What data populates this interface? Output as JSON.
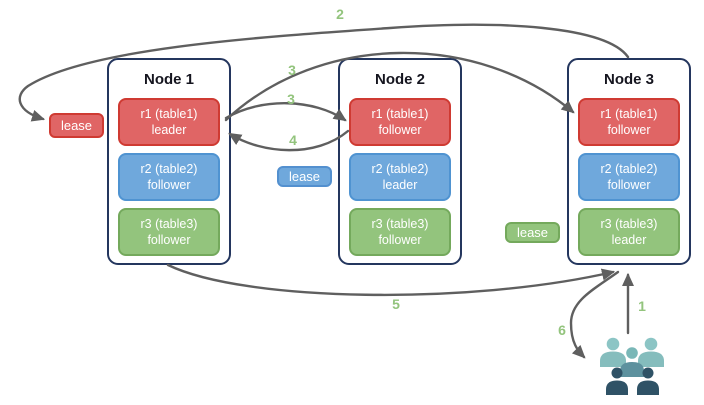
{
  "nodes": [
    {
      "title": "Node 1",
      "replicas": [
        {
          "replica": "r1 (table1)",
          "role": "leader",
          "color": "#e06565"
        },
        {
          "replica": "r2 (table2)",
          "role": "follower",
          "color": "#6fa8dc"
        },
        {
          "replica": "r3 (table3)",
          "role": "follower",
          "color": "#93c47d"
        }
      ]
    },
    {
      "title": "Node 2",
      "replicas": [
        {
          "replica": "r1 (table1)",
          "role": "follower",
          "color": "#e06565"
        },
        {
          "replica": "r2 (table2)",
          "role": "leader",
          "color": "#6fa8dc"
        },
        {
          "replica": "r3 (table3)",
          "role": "follower",
          "color": "#93c47d"
        }
      ]
    },
    {
      "title": "Node 3",
      "replicas": [
        {
          "replica": "r1 (table1)",
          "role": "follower",
          "color": "#e06565"
        },
        {
          "replica": "r2 (table2)",
          "role": "follower",
          "color": "#6fa8dc"
        },
        {
          "replica": "r3 (table3)",
          "role": "leader",
          "color": "#93c47d"
        }
      ]
    }
  ],
  "leases": [
    {
      "label": "lease",
      "color": "#e06565",
      "near": "Node 1 r1 leader"
    },
    {
      "label": "lease",
      "color": "#6fa8dc",
      "near": "Node 2 r2 leader"
    },
    {
      "label": "lease",
      "color": "#93c47d",
      "near": "Node 3 r3 leader"
    }
  ],
  "steps": {
    "s1": "1",
    "s2": "2",
    "s3": "3",
    "s4": "4",
    "s5": "5",
    "s6": "6"
  },
  "icons": {
    "users": "users-group-icon"
  },
  "colors": {
    "node_border": "#24365e",
    "arrow": "#5f5f5f",
    "step_label": "#93c47d",
    "red_fill": "#e06565",
    "red_stroke": "#cf3a32",
    "blue_fill": "#6fa8dc",
    "blue_stroke": "#4f93d1",
    "green_fill": "#93c47d",
    "green_stroke": "#74a95c",
    "users_light": "#8cc5c5",
    "users_mid": "#5d919e",
    "users_dark": "#2f5266"
  }
}
